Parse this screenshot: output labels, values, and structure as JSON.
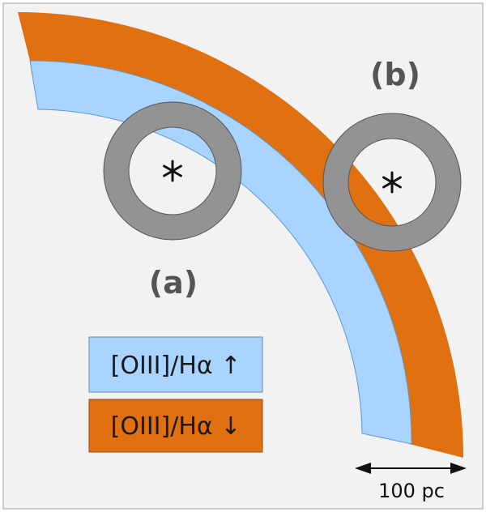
{
  "colors": {
    "background": "#f2f2f2",
    "frame": "#c0c0c0",
    "outer_shell": "#e07010",
    "inner_shell": "#a8d4ff",
    "inner_shell_stroke": "#5a9ad0",
    "ring": "#939393",
    "ring_stroke": "#555555",
    "star": "#111111"
  },
  "region_labels": {
    "a": "(a)",
    "b": "(b)"
  },
  "legend": {
    "high": {
      "label": "[OIII]/Hα ↑",
      "color": "#a8d4ff"
    },
    "low": {
      "label": "[OIII]/Hα ↓",
      "color": "#e07010"
    }
  },
  "scale_bar": {
    "label": "100 pc"
  },
  "icons": {
    "star": "six-point-star-icon",
    "arrow": "double-arrow-icon"
  }
}
